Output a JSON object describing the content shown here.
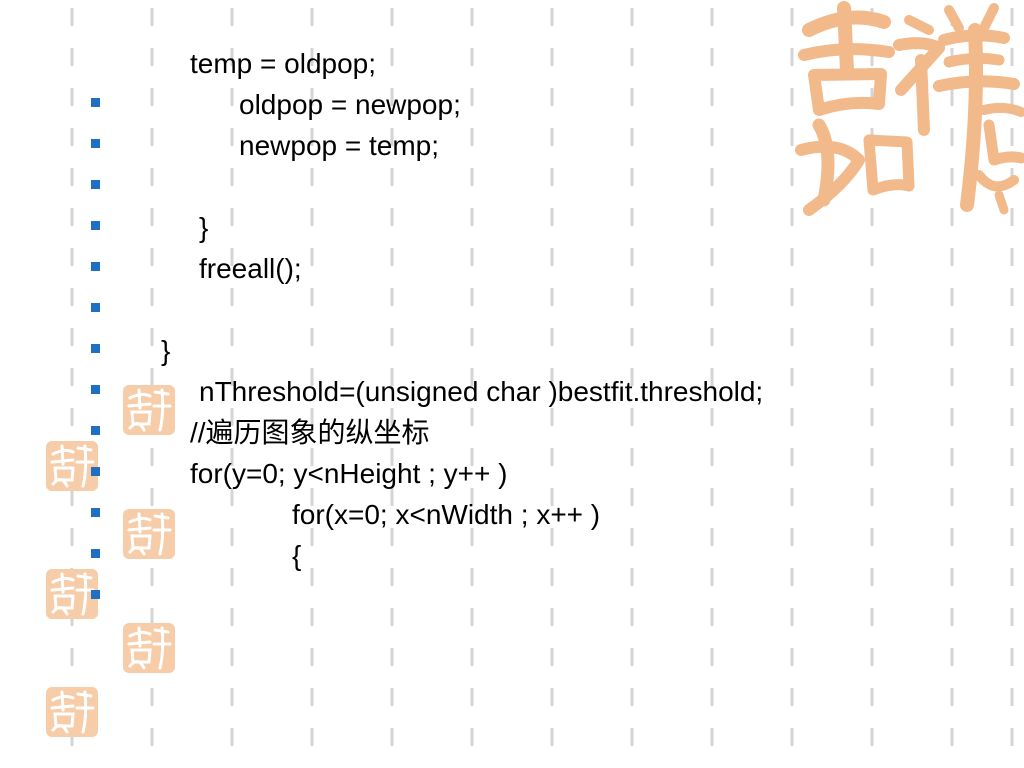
{
  "slide": {
    "lines": [
      {
        "text": "temp = oldpop;",
        "bullet": false
      },
      {
        "text": "oldpop = newpop;",
        "bullet": true
      },
      {
        "text": "newpop = temp;",
        "bullet": true
      },
      {
        "text": "",
        "bullet": true
      },
      {
        "text": "}",
        "bullet": true
      },
      {
        "text": "freeall();",
        "bullet": true
      },
      {
        "text": "",
        "bullet": true
      },
      {
        "text": "}",
        "bullet": true
      },
      {
        "text": "nThreshold=(unsigned char )bestfit.threshold;",
        "bullet": true
      },
      {
        "text": "//遍历图象的纵坐标",
        "bullet": true
      },
      {
        "text": "for(y=0; y<nHeight ; y++ )",
        "bullet": true
      },
      {
        "text": "for(x=0; x<nWidth ; x++ )",
        "bullet": true
      },
      {
        "text": "{",
        "bullet": true
      },
      {
        "text": "",
        "bullet": true
      }
    ]
  },
  "decoration": {
    "seal_text": "吉祥如意",
    "seal_color": "#f2b98a",
    "bullet_color": "#1f6fc4",
    "grid_color": "#d4d4d4"
  }
}
